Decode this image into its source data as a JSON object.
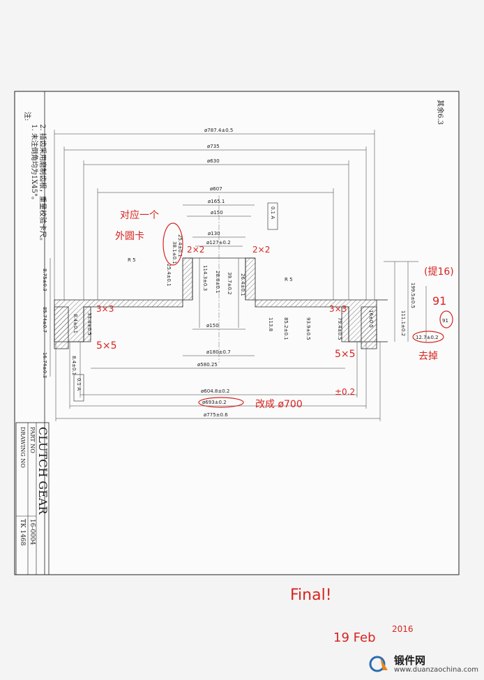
{
  "drawing": {
    "notes_heading": "注:",
    "notes": [
      "1. 未注倒角均为1X45°。",
      "2. 插齿采用磨制齿根，重量校验卡尺。"
    ],
    "roughness_general": "其余6.3",
    "title_block": {
      "title": "CLUTCH GEAR",
      "drawing_no_label": "DRAWING NO",
      "drawing_no": "TK 1468",
      "part_no_label": "PART NO",
      "part_no": "16-0004"
    },
    "dims": {
      "d787": "ø787.4±0.5",
      "d735": "ø735",
      "d630": "ø630",
      "d607": "ø607",
      "d165": "ø165.1",
      "d150": "ø150",
      "d130": "ø130",
      "d127": "ø127±0.2",
      "d150b": "ø150",
      "d180": "ø180±0.7",
      "d580": "ø580.25",
      "d604": "ø604.8±0.2",
      "d693": "ø693±0.2",
      "d775": "ø775±0.6",
      "h2544": "25.4±0.1",
      "h381": "38.1±0.1",
      "h254": "25.4±0.1",
      "h1143": "114.3±0.3",
      "h286": "28.6±0.1",
      "h397": "39.7±0.2",
      "h264": "26.4±0.1",
      "h875": "8.75±0.3",
      "h8574": "85.74±0.7",
      "h1674": "16.74±0.3",
      "h334": "33.4±0.5",
      "h84": "8.4±0.1",
      "h84b": "8.4±0.1",
      "h1138": "113.8",
      "h852": "85.2±0.1",
      "h939": "93.9±0.5",
      "h794": "79.4±0.5",
      "h1995": "199.5±0.5",
      "h1111": "111.1±0.2",
      "h16": "16±0.5",
      "h127": "12.7±0.2",
      "r5a": "R 5",
      "r5b": "R 5",
      "tol_a": "0.1 A",
      "tol_b": "0.1 A",
      "datum": "A"
    },
    "annotations": {
      "wenzi1": "对应一个",
      "wenzi2": "外圆卡",
      "c2x2a": "2×2",
      "c2x2b": "2×2",
      "c3x3a": "3×3",
      "c3x3b": "3×3",
      "c5x5a": "5×5",
      "c5x5b": "5×5",
      "tol02": "±0.2",
      "change700": "改成 ø700",
      "ti16": "(提16)",
      "n91": "91",
      "n91b": "91",
      "remove": "去掉",
      "final": "Final!",
      "date": "19 Feb",
      "year": "2016"
    }
  },
  "watermark": {
    "brand": "锻件网",
    "site": "www.duanzaochina.com",
    "accent": "#e8871e",
    "accent2": "#2b6cb0"
  }
}
